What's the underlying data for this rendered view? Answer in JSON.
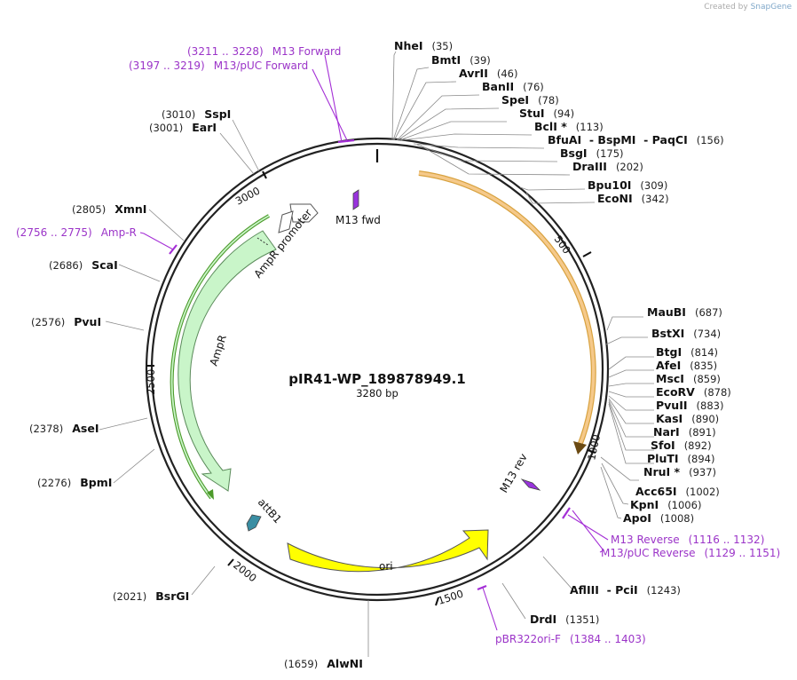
{
  "plasmid": {
    "name": "pIR41-WP_189878949.1",
    "length_label": "3280 bp",
    "length_bp": 3280
  },
  "credit": {
    "prefix": "Created by",
    "brand": "SnapGene"
  },
  "ticks": [
    "500",
    "1000",
    "1500",
    "2000",
    "2500",
    "3000"
  ],
  "enzymes": [
    {
      "name": "NheI",
      "pos": "(35)"
    },
    {
      "name": "BmtI",
      "pos": "(39)"
    },
    {
      "name": "AvrII",
      "pos": "(46)"
    },
    {
      "name": "BanII",
      "pos": "(76)"
    },
    {
      "name": "SpeI",
      "pos": "(78)"
    },
    {
      "name": "StuI",
      "pos": "(94)"
    },
    {
      "name": "BclI *",
      "pos": "(113)"
    },
    {
      "name": "BfuAI  - BspMI  - PaqCI",
      "pos": "(156)"
    },
    {
      "name": "BsgI",
      "pos": "(175)"
    },
    {
      "name": "DraIII",
      "pos": "(202)"
    },
    {
      "name": "Bpu10I",
      "pos": "(309)"
    },
    {
      "name": "EcoNI",
      "pos": "(342)"
    },
    {
      "name": "MauBI",
      "pos": "(687)"
    },
    {
      "name": "BstXI",
      "pos": "(734)"
    },
    {
      "name": "BtgI",
      "pos": "(814)"
    },
    {
      "name": "AfeI",
      "pos": "(835)"
    },
    {
      "name": "MscI",
      "pos": "(859)"
    },
    {
      "name": "EcoRV",
      "pos": "(878)"
    },
    {
      "name": "PvuII",
      "pos": "(883)"
    },
    {
      "name": "KasI",
      "pos": "(890)"
    },
    {
      "name": "NarI",
      "pos": "(891)"
    },
    {
      "name": "SfoI",
      "pos": "(892)"
    },
    {
      "name": "PluTI",
      "pos": "(894)"
    },
    {
      "name": "NruI *",
      "pos": "(937)"
    },
    {
      "name": "Acc65I",
      "pos": "(1002)"
    },
    {
      "name": "KpnI",
      "pos": "(1006)"
    },
    {
      "name": "ApoI",
      "pos": "(1008)"
    },
    {
      "name": "AflIII  - PciI",
      "pos": "(1243)"
    },
    {
      "name": "DrdI",
      "pos": "(1351)"
    },
    {
      "name": "AlwNI",
      "pos": "(1659)"
    },
    {
      "name": "BsrGI",
      "pos": "(2021)"
    },
    {
      "name": "BpmI",
      "pos": "(2276)"
    },
    {
      "name": "AseI",
      "pos": "(2378)"
    },
    {
      "name": "PvuI",
      "pos": "(2576)"
    },
    {
      "name": "ScaI",
      "pos": "(2686)"
    },
    {
      "name": "XmnI",
      "pos": "(2805)"
    },
    {
      "name": "EarI",
      "pos": "(3001)"
    },
    {
      "name": "SspI",
      "pos": "(3010)"
    }
  ],
  "primers": [
    {
      "name": "M13 Forward",
      "range": "(3211 .. 3228)"
    },
    {
      "name": "M13/pUC Forward",
      "range": "(3197 .. 3219)"
    },
    {
      "name": "Amp-R",
      "range": "(2756 .. 2775)"
    },
    {
      "name": "M13 Reverse",
      "range": "(1116 .. 1132)"
    },
    {
      "name": "M13/pUC Reverse",
      "range": "(1129 .. 1151)"
    },
    {
      "name": "pBR322ori-F",
      "range": "(1384 .. 1403)"
    }
  ],
  "features": {
    "m13_fwd": "M13 fwd",
    "m13_rev": "M13 rev",
    "ampr_promoter": "AmpR promoter",
    "ampr": "AmpR",
    "attb1": "attB1",
    "ori": "ori"
  },
  "colors": {
    "backbone": "#222222",
    "orange_feature": "#f5c98a",
    "ampr_fill": "#c9f5c9",
    "ampr_outline": "#4c9a2a",
    "ori_fill": "#ffff00",
    "primer": "#a42fd6",
    "attb1": "#3a8ea3",
    "m13_arrow": "#9933dd"
  }
}
